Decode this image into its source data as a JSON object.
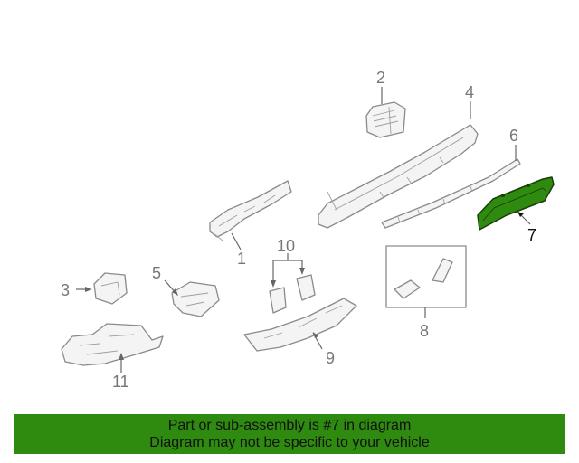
{
  "diagram": {
    "callouts": [
      "1",
      "2",
      "3",
      "4",
      "5",
      "6",
      "7",
      "8",
      "9",
      "10",
      "11"
    ],
    "highlighted_callout": "7",
    "colors": {
      "highlight": "#2f8a10",
      "line": "#8a8a8a",
      "text": "#777777"
    }
  },
  "banner": {
    "line1": "Part or sub-assembly is #7 in diagram",
    "line2": "Diagram may not be specific to your vehicle"
  }
}
